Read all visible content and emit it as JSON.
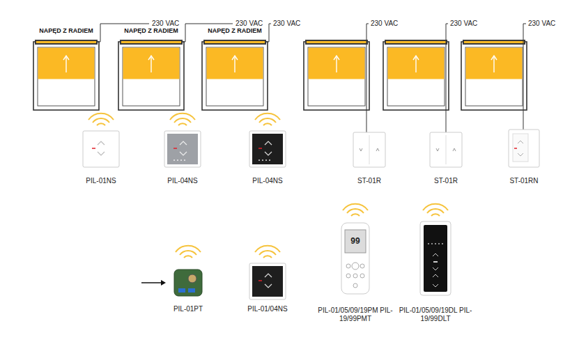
{
  "diagram": {
    "nodes": [
      {
        "text": [
          "NAPĘD Z RADIEM"
        ]
      },
      {
        "text": [
          "NAPĘD Z RADIEM"
        ]
      },
      {
        "text": [
          "NAPĘD Z RADIEM"
        ]
      },
      {
        "text": [
          "PIL-01NS"
        ]
      },
      {
        "text": [
          "PIL-04NS"
        ]
      },
      {
        "text": [
          "PIL-04NS"
        ]
      },
      {
        "text": [
          "ST-01R"
        ]
      },
      {
        "text": [
          "ST-01R"
        ]
      },
      {
        "text": [
          "ST-01RN"
        ]
      },
      {
        "text": [
          "PIL-01PT"
        ]
      },
      {
        "text": [
          "PIL-01/04NS"
        ]
      },
      {
        "text": [
          "PIL-01/05/09/19PM PIL-19/99PMT"
        ]
      },
      {
        "text": [
          "PIL-01/05/09/19DL PIL-19/99DLT"
        ]
      }
    ],
    "labels": [
      "230 VAC",
      "230 VAC",
      "230 VAC",
      "230 VAC",
      "230 VAC",
      "230 VAC",
      "99"
    ]
  }
}
